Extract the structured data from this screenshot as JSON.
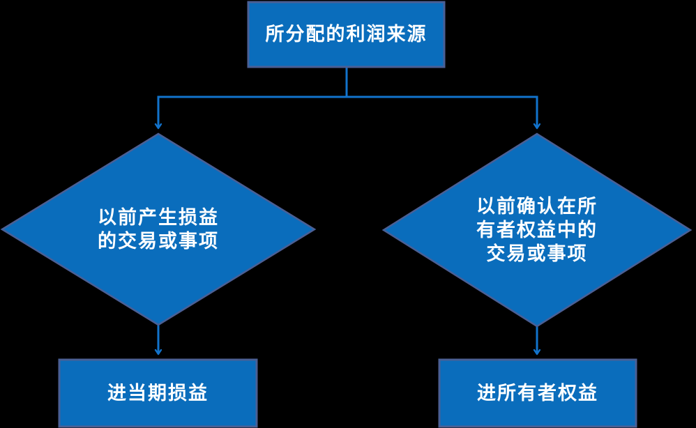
{
  "diagram_type": "flowchart",
  "colors": {
    "background": "#000000",
    "shape_fill": "#0A6DBC",
    "shape_border": "#4A5F95",
    "connector": "#1273CC",
    "text": "#FFFFFF"
  },
  "nodes": {
    "source": {
      "label": "所分配的利润来源"
    },
    "decision_left": {
      "text": "以前产生损益的交易或事项",
      "lines": [
        "以前产生损益",
        "的交易或事项"
      ]
    },
    "decision_right": {
      "text": "以前确认在所有者权益中的交易或事项",
      "lines": [
        "以前确认在所",
        "有者权益中的",
        "交易或事项"
      ]
    },
    "result_left": {
      "label": "进当期损益"
    },
    "result_right": {
      "label": "进所有者权益"
    }
  }
}
